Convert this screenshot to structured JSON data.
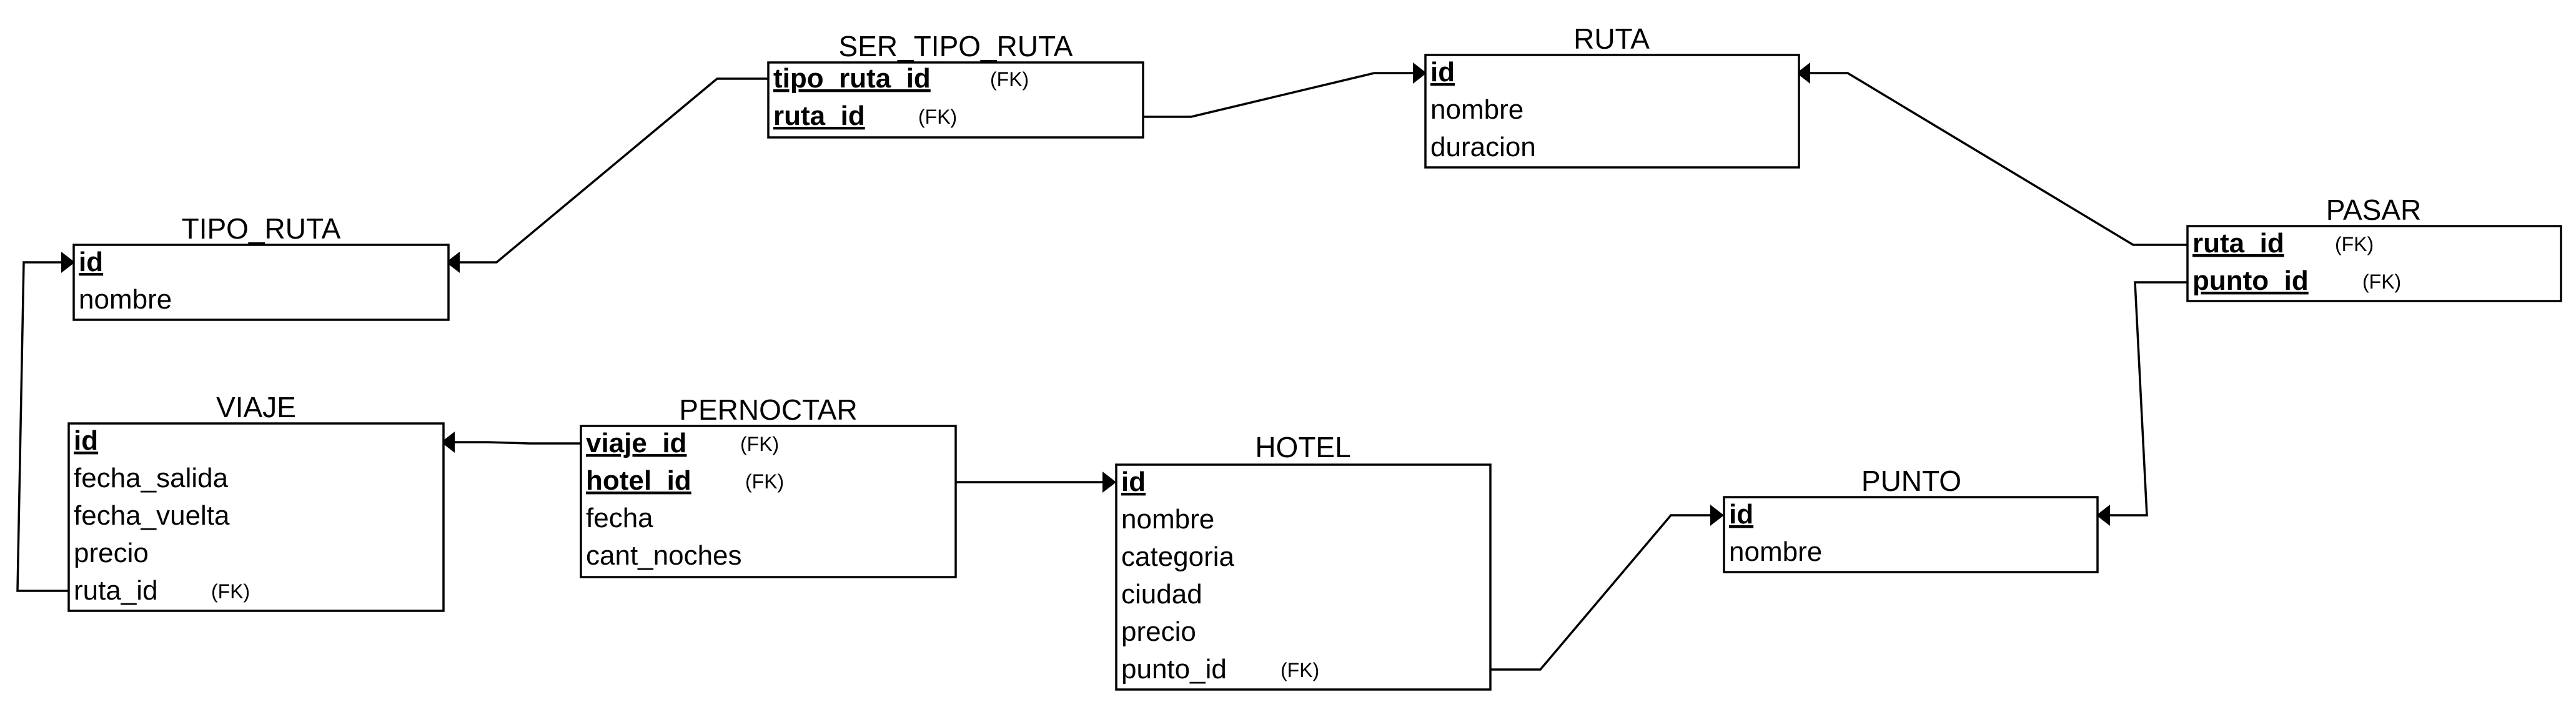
{
  "diagram": {
    "entities": {
      "ser_tipo_ruta": {
        "title": "SER_TIPO_RUTA",
        "fields": [
          {
            "name": "tipo_ruta_id",
            "fk": "(FK)"
          },
          {
            "name": "ruta_id",
            "fk": "(FK)"
          }
        ]
      },
      "ruta": {
        "title": "RUTA",
        "fields": [
          {
            "name": "id"
          },
          {
            "name": "nombre"
          },
          {
            "name": "duracion"
          }
        ]
      },
      "tipo_ruta": {
        "title": "TIPO_RUTA",
        "fields": [
          {
            "name": "id"
          },
          {
            "name": "nombre"
          }
        ]
      },
      "pasar": {
        "title": "PASAR",
        "fields": [
          {
            "name": "ruta_id",
            "fk": "(FK)"
          },
          {
            "name": "punto_id",
            "fk": "(FK)"
          }
        ]
      },
      "viaje": {
        "title": "VIAJE",
        "fields": [
          {
            "name": "id"
          },
          {
            "name": "fecha_salida"
          },
          {
            "name": "fecha_vuelta"
          },
          {
            "name": "precio"
          },
          {
            "name": "ruta_id",
            "fk": "(FK)"
          }
        ]
      },
      "pernoctar": {
        "title": "PERNOCTAR",
        "fields": [
          {
            "name": "viaje_id",
            "fk": "(FK)"
          },
          {
            "name": "hotel_id",
            "fk": "(FK)"
          },
          {
            "name": "fecha"
          },
          {
            "name": "cant_noches"
          }
        ]
      },
      "hotel": {
        "title": "HOTEL",
        "fields": [
          {
            "name": "id"
          },
          {
            "name": "nombre"
          },
          {
            "name": "categoria"
          },
          {
            "name": "ciudad"
          },
          {
            "name": "precio"
          },
          {
            "name": "punto_id",
            "fk": "(FK)"
          }
        ]
      },
      "punto": {
        "title": "PUNTO",
        "fields": [
          {
            "name": "id"
          },
          {
            "name": "nombre"
          }
        ]
      }
    }
  }
}
